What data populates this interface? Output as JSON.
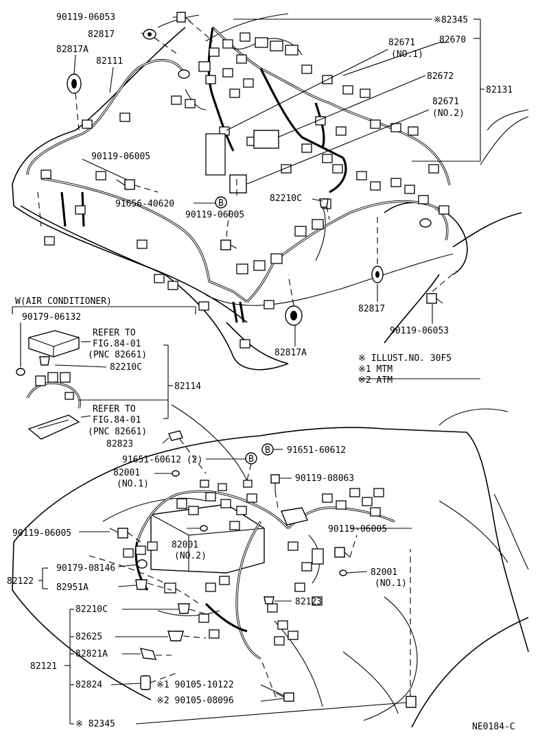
{
  "callouts": {
    "p_90119_06053_a": "90119-06053",
    "p_82817_a": "82817",
    "p_82817A_a": "82817A",
    "p_82111": "82111",
    "p_82345_a": "※82345",
    "p_82671_a": "82671",
    "p_no1_a": "(NO.1)",
    "p_82670": "82670",
    "p_82672": "82672",
    "p_82671_b": "82671",
    "p_no2_a": "(NO.2)",
    "p_82131": "82131",
    "p_90119_06005_a": "90119-06005",
    "p_91656_40620": "91656-40620",
    "p_90119_06005_b": "90119-06005",
    "p_82210C_a": "82210C",
    "p_82817_b": "82817",
    "p_90119_06053_b": "90119-06053",
    "p_82817A_b": "82817A",
    "p_90179_06132": "90179-06132",
    "p_82210C_b": "82210C",
    "p_82114": "82114",
    "p_82823": "82823",
    "p_91651_60612_a": "91651-60612 (2)",
    "p_91651_60612_b": "91651-60612",
    "p_82001_a": "82001",
    "p_no1_b": "(NO.1)",
    "p_90119_08063": "90119-08063",
    "p_90119_06005_c": "90119-06005",
    "p_82001_b": "82001",
    "p_no2_b": "(NO.2)",
    "p_90119_06005_d": "90119-06005",
    "p_90179_08146": "90179-08146",
    "p_82001_c": "82001",
    "p_no1_c": "(NO.1)",
    "p_82122": "82122",
    "p_82951A": "82951A",
    "p_82123": "82123",
    "p_82210C_c": "82210C",
    "p_82625": "82625",
    "p_82121": "82121",
    "p_82821A": "82821A",
    "p_82824": "82824",
    "p_90105_10122": "※1  90105-10122",
    "p_90105_08096": "※2  90105-08096",
    "p_82345_b": "※ 82345"
  },
  "sections": {
    "aircon_title": "W(AIR CONDITIONER)",
    "refer_to_1": "REFER TO",
    "fig_1": "FIG.84-01",
    "pnc_1": "(PNC 82661)",
    "refer_to_2": "REFER TO",
    "fig_2": "FIG.84-01",
    "pnc_2": "(PNC 82661)"
  },
  "legend": {
    "line1": "※  ILLUST.NO. 30F5",
    "line2": "※1 MTM",
    "line3": "※2 ATM"
  },
  "markers": {
    "b1": "B",
    "b2": "B",
    "b3": "B"
  },
  "footer": {
    "drawing_id": "NE0184-C"
  }
}
